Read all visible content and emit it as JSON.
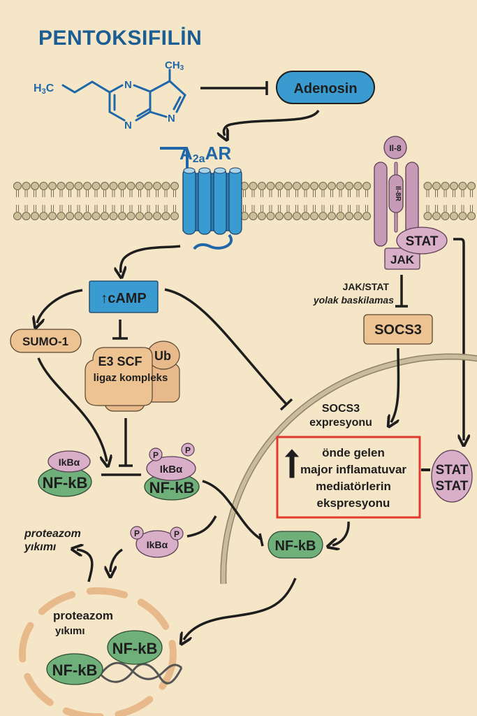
{
  "title": "PENTOKSIFILİN",
  "molecule": {
    "left_group": "H3C",
    "left_group_main": "H",
    "left_group_sub": "3",
    "left_group_tail": "C",
    "top_group_main": "CH",
    "top_group_sub": "3",
    "atom_n": "N"
  },
  "nodes": {
    "adenosin": "Adenosin",
    "receptor_main": "A",
    "receptor_sub": "2a",
    "receptor_tail": "AR",
    "il8": "Il-8",
    "il8_receptor": "Il-8R",
    "stat_top": "STAT",
    "jak": "JAK",
    "camp": "↑cAMP",
    "sumo": "SUMO-1",
    "e3_line1": "E3 SCF",
    "e3_line2": "ligaz kompleks",
    "ub": "Ub",
    "socs3": "SOCS3",
    "ikba": "IkBα",
    "nfkb": "NF-kB",
    "phospho": "P",
    "stat_dimer_1": "STAT",
    "stat_dimer_2": "STAT"
  },
  "labels": {
    "jakstat_line1": "JAK/STAT",
    "jakstat_line2": "yolak baskilamas",
    "socs3_expr_line1": "SOCS3",
    "socs3_expr_line2": "expresyonu",
    "proteazom_outer_line1": "proteazom",
    "proteazom_outer_line2": "yıkımı",
    "proteazom_inner_line1": "proteazom",
    "proteazom_inner_line2": "yıkımı"
  },
  "highlight_box": {
    "lines": [
      "önde gelen",
      "major inflamatuvar",
      "mediatörlerin",
      "ekspresyonu"
    ],
    "border_color": "#e03a2c"
  },
  "colors": {
    "background": "#f6e6c8",
    "title_blue": "#1b5e93",
    "receptor_blue": "#2f8fc4",
    "nfkb_green": "#6fb07a",
    "ikba_pink": "#d8aec8",
    "tan_box": "#eec392",
    "membrane_head": "#c9bf98",
    "nuclear_membrane": "#c2b497"
  }
}
